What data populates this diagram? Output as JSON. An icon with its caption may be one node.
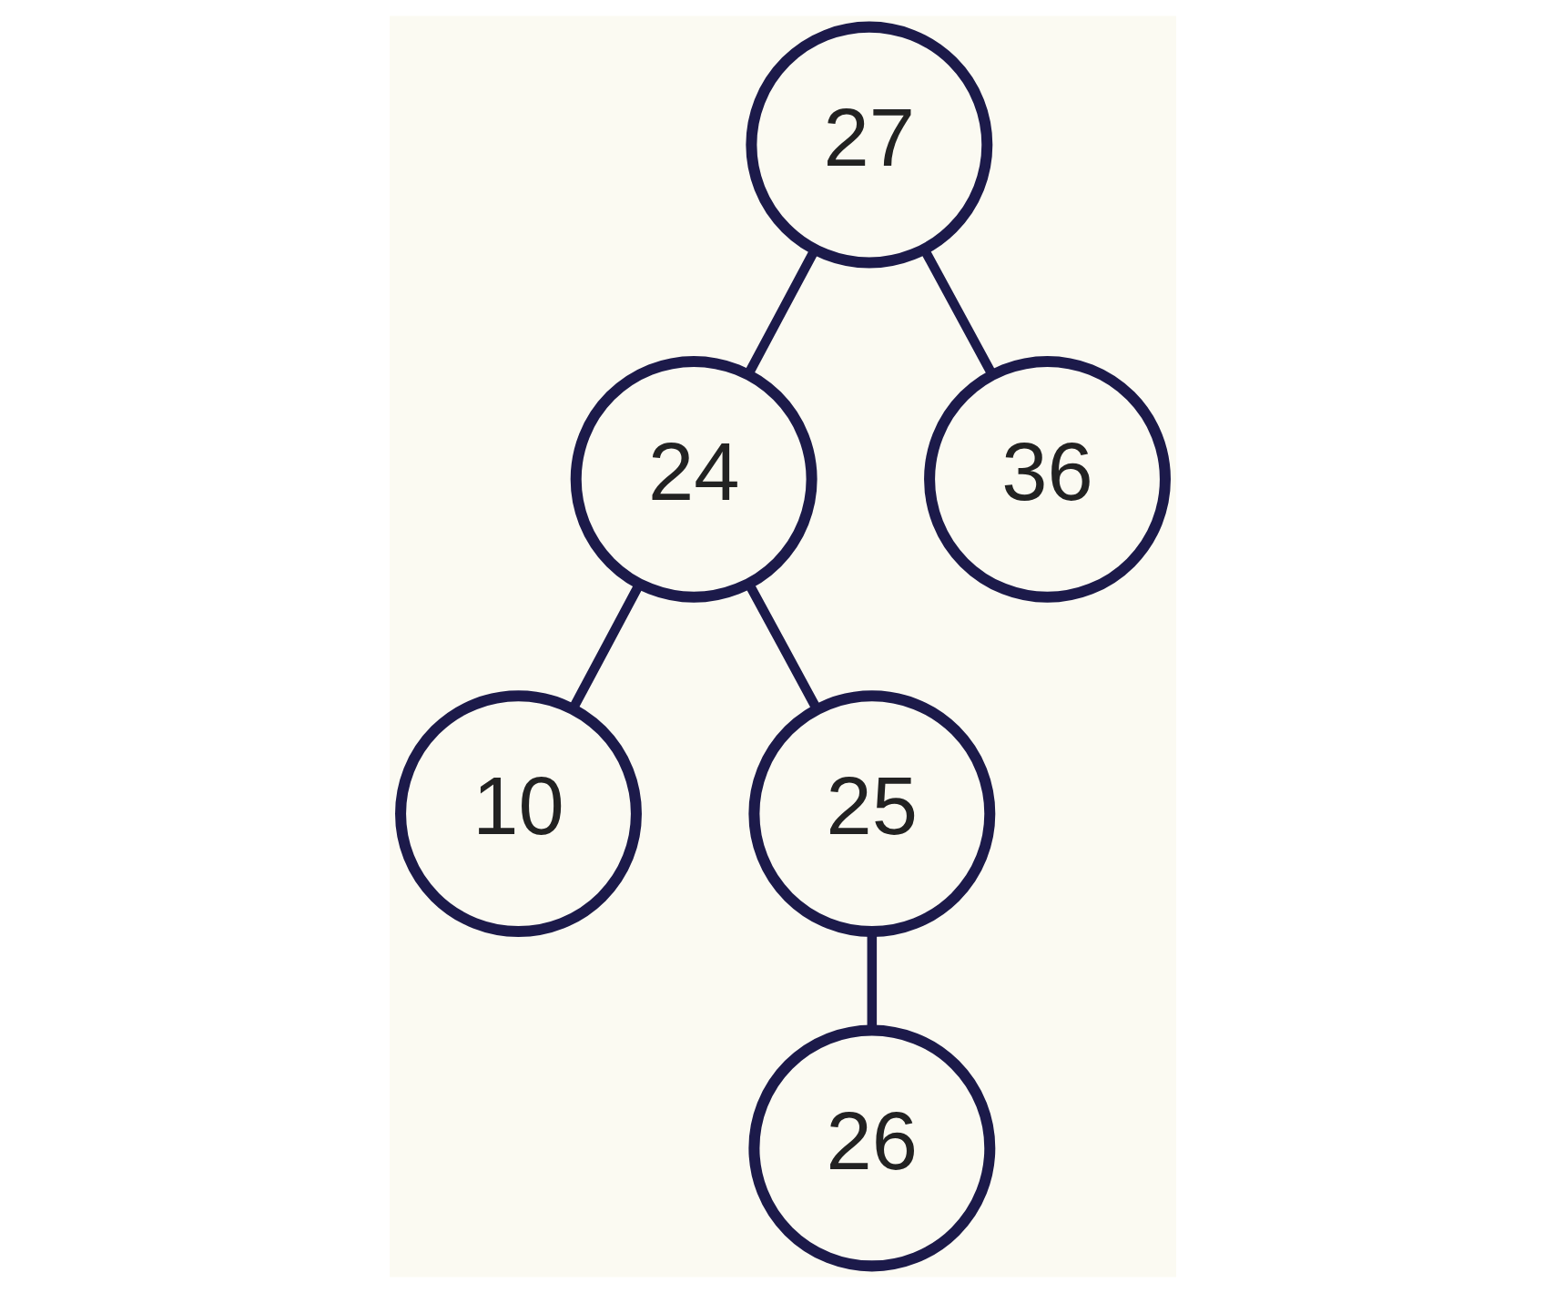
{
  "diagram": {
    "nodes": [
      {
        "text": [
          "27"
        ]
      },
      {
        "text": [
          "24"
        ]
      },
      {
        "text": [
          "36"
        ]
      },
      {
        "text": [
          "10"
        ]
      },
      {
        "text": [
          "25"
        ]
      },
      {
        "text": [
          "26"
        ]
      }
    ],
    "edges": [
      {
        "from": 0,
        "to": 1,
        "arrow": "none"
      },
      {
        "from": 0,
        "to": 2,
        "arrow": "none"
      },
      {
        "from": 1,
        "to": 3,
        "arrow": "none"
      },
      {
        "from": 1,
        "to": 4,
        "arrow": "none"
      },
      {
        "from": 4,
        "to": 5,
        "arrow": "none"
      }
    ]
  }
}
